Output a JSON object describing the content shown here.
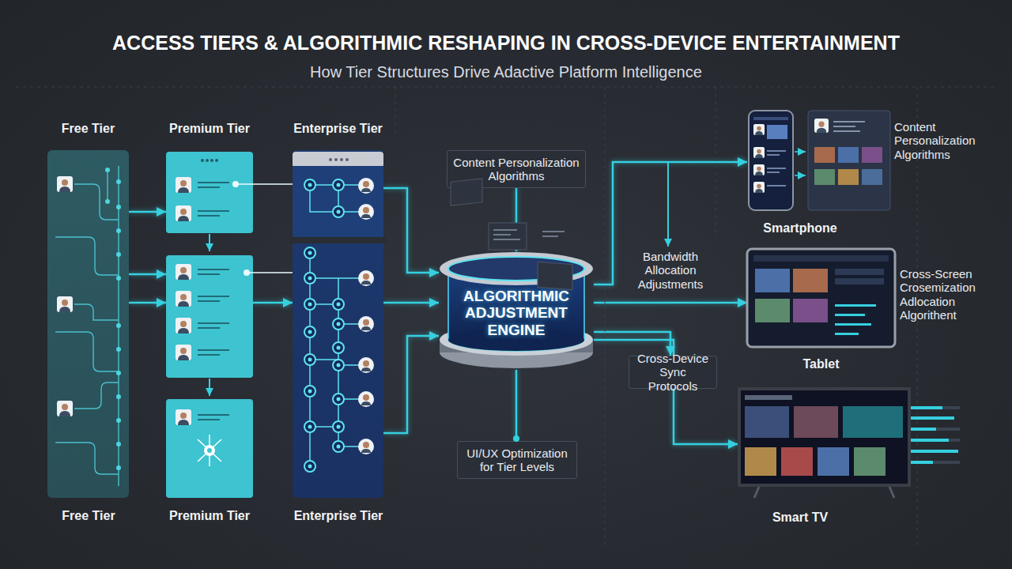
{
  "diagram": {
    "title": "ACCESS TIERS & ALGORITHMIC RESHAPING IN CROSS-DEVICE ENTERTAINMENT",
    "caption": "How Tier Structures Drive Adactive Platform Intelligence",
    "nodes": [
      {
        "text": [
          "Free Tier"
        ]
      },
      {
        "text": [
          "Premium Tier"
        ]
      },
      {
        "text": [
          "Enterprise Tier"
        ]
      },
      {
        "text": [
          "Content Personalization Algorithms"
        ]
      },
      {
        "text": [
          "ALGORITHMIC ADJUSTMENT ENGINE"
        ]
      },
      {
        "text": [
          "UI/UX Optimization for Tier Levels"
        ]
      },
      {
        "text": [
          "Cross-Device Sync Protocols"
        ]
      },
      {
        "text": [
          "Smartphone"
        ]
      },
      {
        "text": [
          "Tablet"
        ]
      },
      {
        "text": [
          "Smart TV"
        ]
      }
    ],
    "edges": [
      {
        "from": 0,
        "to": 1,
        "arrow": "to"
      },
      {
        "from": 0,
        "to": 1,
        "arrow": "to"
      },
      {
        "from": 0,
        "to": 1,
        "arrow": "to"
      },
      {
        "from": 1,
        "to": 2,
        "arrow": "to"
      },
      {
        "from": 2,
        "to": 4,
        "arrow": "to"
      },
      {
        "from": 2,
        "to": 4,
        "arrow": "to"
      },
      {
        "from": 2,
        "to": 4,
        "arrow": "to"
      },
      {
        "from": 4,
        "to": 3,
        "arrow": "none"
      },
      {
        "from": 4,
        "to": 5,
        "arrow": "none"
      },
      {
        "from": 4,
        "to": 7,
        "arrow": "to"
      },
      {
        "from": 4,
        "to": 8,
        "arrow": "to"
      },
      {
        "from": 4,
        "to": 6,
        "arrow": "to"
      },
      {
        "from": 4,
        "to": 9,
        "arrow": "to"
      }
    ],
    "labels": [
      "Free Tier",
      "Premium Tier",
      "Enterprise Tier",
      "Bandwidth Allocation Adjustments",
      "Content Personalization Algorithms",
      "Cross-Screen Crosemization Adlocation Algorithent"
    ]
  }
}
